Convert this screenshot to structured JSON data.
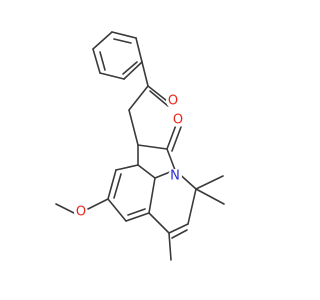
{
  "molecule": {
    "colors": {
      "bond": "#3a3a3a",
      "oxygen": "#e8261a",
      "nitrogen": "#2a2ad6",
      "background": "#ffffff"
    },
    "atom_labels": {
      "ketone_oxygen": "O",
      "lactam_oxygen": "O",
      "nitrogen": "N",
      "methoxy_oxygen": "O"
    }
  }
}
